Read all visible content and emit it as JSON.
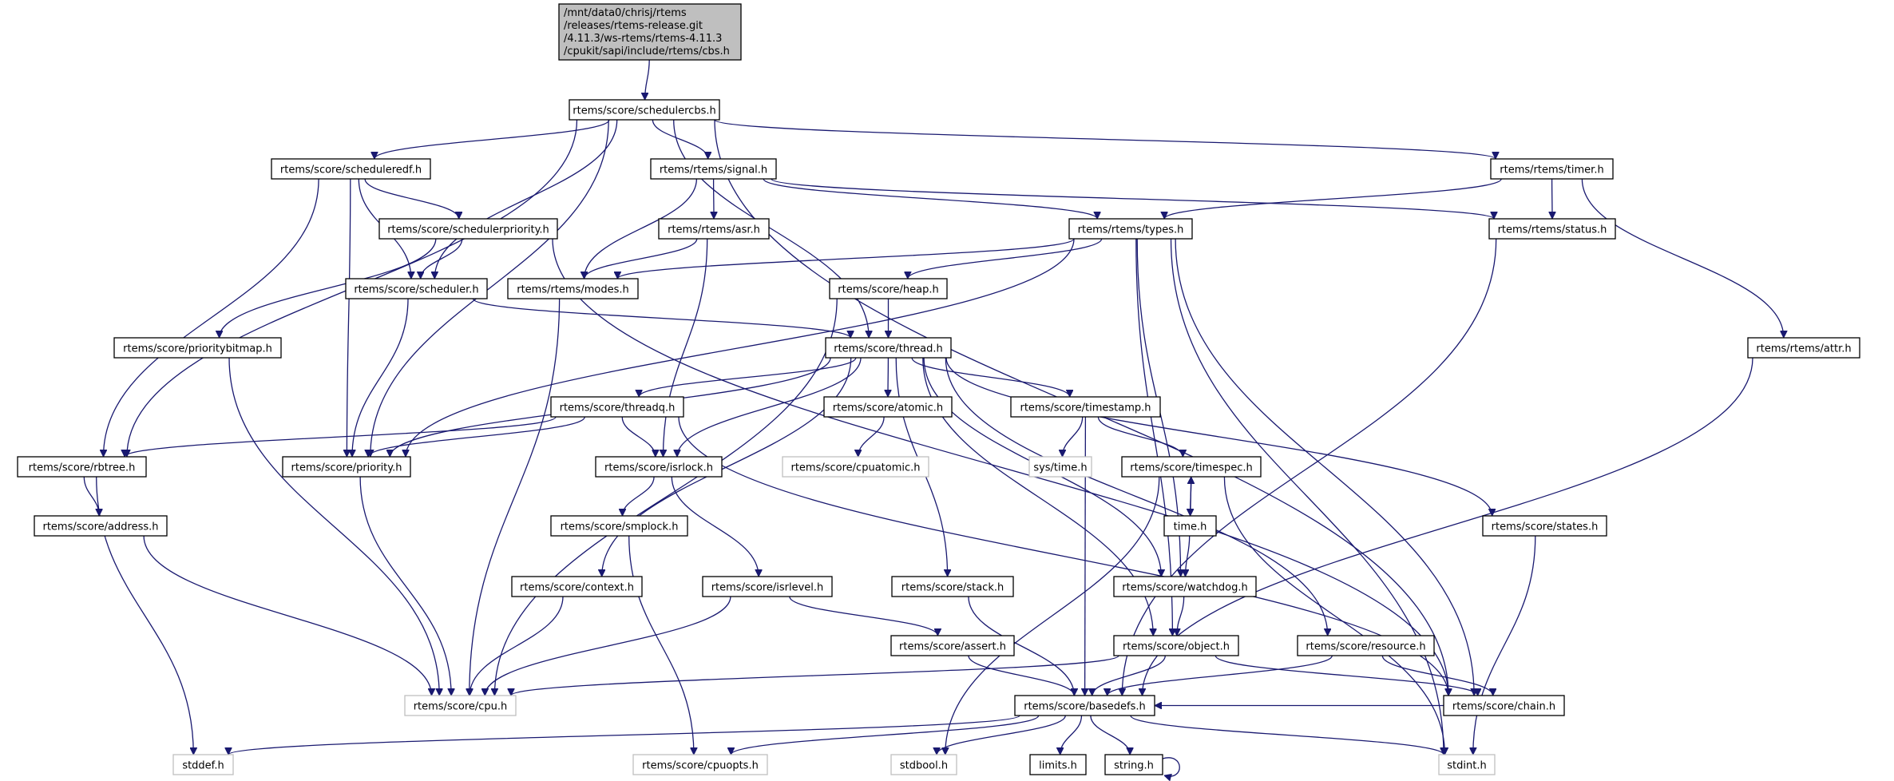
{
  "diagram": {
    "type": "include-dependency-graph",
    "colors": {
      "edge": "#191970",
      "root_fill": "#bfbfbf",
      "node_border": "#000000",
      "external_border": "#bfbfbf"
    },
    "nodes": [
      {
        "id": "root",
        "lines": [
          "/mnt/data0/chrisj/rtems",
          "/releases/rtems-release.git",
          "/4.11.3/ws-rtems/rtems-4.11.3",
          "/cpukit/sapi/include/rtems/cbs.h"
        ],
        "kind": "root"
      },
      {
        "id": "schedulercbs",
        "lines": [
          "rtems/score/schedulercbs.h"
        ],
        "kind": "normal"
      },
      {
        "id": "scheduleredf",
        "lines": [
          "rtems/score/scheduleredf.h"
        ],
        "kind": "normal"
      },
      {
        "id": "signal",
        "lines": [
          "rtems/rtems/signal.h"
        ],
        "kind": "normal"
      },
      {
        "id": "timer",
        "lines": [
          "rtems/rtems/timer.h"
        ],
        "kind": "normal"
      },
      {
        "id": "schedulerpriority",
        "lines": [
          "rtems/score/schedulerpriority.h"
        ],
        "kind": "normal"
      },
      {
        "id": "asr",
        "lines": [
          "rtems/rtems/asr.h"
        ],
        "kind": "normal"
      },
      {
        "id": "types",
        "lines": [
          "rtems/rtems/types.h"
        ],
        "kind": "normal"
      },
      {
        "id": "status",
        "lines": [
          "rtems/rtems/status.h"
        ],
        "kind": "normal"
      },
      {
        "id": "scheduler",
        "lines": [
          "rtems/score/scheduler.h"
        ],
        "kind": "normal"
      },
      {
        "id": "modes",
        "lines": [
          "rtems/rtems/modes.h"
        ],
        "kind": "normal"
      },
      {
        "id": "heap",
        "lines": [
          "rtems/score/heap.h"
        ],
        "kind": "normal"
      },
      {
        "id": "prioritybitmap",
        "lines": [
          "rtems/score/prioritybitmap.h"
        ],
        "kind": "normal"
      },
      {
        "id": "thread",
        "lines": [
          "rtems/score/thread.h"
        ],
        "kind": "normal"
      },
      {
        "id": "attr",
        "lines": [
          "rtems/rtems/attr.h"
        ],
        "kind": "normal"
      },
      {
        "id": "threadq",
        "lines": [
          "rtems/score/threadq.h"
        ],
        "kind": "normal"
      },
      {
        "id": "atomic",
        "lines": [
          "rtems/score/atomic.h"
        ],
        "kind": "normal"
      },
      {
        "id": "timestamp",
        "lines": [
          "rtems/score/timestamp.h"
        ],
        "kind": "normal"
      },
      {
        "id": "rbtree",
        "lines": [
          "rtems/score/rbtree.h"
        ],
        "kind": "normal"
      },
      {
        "id": "priority",
        "lines": [
          "rtems/score/priority.h"
        ],
        "kind": "normal"
      },
      {
        "id": "isrlock",
        "lines": [
          "rtems/score/isrlock.h"
        ],
        "kind": "normal"
      },
      {
        "id": "cpuatomic",
        "lines": [
          "rtems/score/cpuatomic.h"
        ],
        "kind": "external"
      },
      {
        "id": "systime",
        "lines": [
          "sys/time.h"
        ],
        "kind": "external"
      },
      {
        "id": "timespec",
        "lines": [
          "rtems/score/timespec.h"
        ],
        "kind": "normal"
      },
      {
        "id": "address",
        "lines": [
          "rtems/score/address.h"
        ],
        "kind": "normal"
      },
      {
        "id": "smplock",
        "lines": [
          "rtems/score/smplock.h"
        ],
        "kind": "normal"
      },
      {
        "id": "time",
        "lines": [
          "time.h"
        ],
        "kind": "normal"
      },
      {
        "id": "states",
        "lines": [
          "rtems/score/states.h"
        ],
        "kind": "normal"
      },
      {
        "id": "context",
        "lines": [
          "rtems/score/context.h"
        ],
        "kind": "normal"
      },
      {
        "id": "isrlevel",
        "lines": [
          "rtems/score/isrlevel.h"
        ],
        "kind": "normal"
      },
      {
        "id": "stack",
        "lines": [
          "rtems/score/stack.h"
        ],
        "kind": "normal"
      },
      {
        "id": "watchdog",
        "lines": [
          "rtems/score/watchdog.h"
        ],
        "kind": "normal"
      },
      {
        "id": "assert",
        "lines": [
          "rtems/score/assert.h"
        ],
        "kind": "normal"
      },
      {
        "id": "object",
        "lines": [
          "rtems/score/object.h"
        ],
        "kind": "normal"
      },
      {
        "id": "resource",
        "lines": [
          "rtems/score/resource.h"
        ],
        "kind": "normal"
      },
      {
        "id": "cpu",
        "lines": [
          "rtems/score/cpu.h"
        ],
        "kind": "external"
      },
      {
        "id": "basedefs",
        "lines": [
          "rtems/score/basedefs.h"
        ],
        "kind": "normal"
      },
      {
        "id": "chain",
        "lines": [
          "rtems/score/chain.h"
        ],
        "kind": "normal"
      },
      {
        "id": "stddef",
        "lines": [
          "stddef.h"
        ],
        "kind": "external"
      },
      {
        "id": "cpuopts",
        "lines": [
          "rtems/score/cpuopts.h"
        ],
        "kind": "external"
      },
      {
        "id": "stdbool",
        "lines": [
          "stdbool.h"
        ],
        "kind": "external"
      },
      {
        "id": "limits",
        "lines": [
          "limits.h"
        ],
        "kind": "normal"
      },
      {
        "id": "string",
        "lines": [
          "string.h"
        ],
        "kind": "normal"
      },
      {
        "id": "stdint",
        "lines": [
          "stdint.h"
        ],
        "kind": "external"
      }
    ],
    "edges": [
      [
        "root",
        "schedulercbs"
      ],
      [
        "schedulercbs",
        "scheduleredf"
      ],
      [
        "schedulercbs",
        "signal"
      ],
      [
        "schedulercbs",
        "timer"
      ],
      [
        "schedulercbs",
        "scheduler"
      ],
      [
        "schedulercbs",
        "thread"
      ],
      [
        "schedulercbs",
        "rbtree"
      ],
      [
        "schedulercbs",
        "priority"
      ],
      [
        "schedulercbs",
        "chain"
      ],
      [
        "scheduleredf",
        "schedulerpriority"
      ],
      [
        "scheduleredf",
        "scheduler"
      ],
      [
        "scheduleredf",
        "rbtree"
      ],
      [
        "scheduleredf",
        "priority"
      ],
      [
        "schedulerpriority",
        "scheduler"
      ],
      [
        "schedulerpriority",
        "prioritybitmap"
      ],
      [
        "schedulerpriority",
        "chain"
      ],
      [
        "signal",
        "asr"
      ],
      [
        "signal",
        "modes"
      ],
      [
        "signal",
        "types"
      ],
      [
        "signal",
        "status"
      ],
      [
        "asr",
        "modes"
      ],
      [
        "asr",
        "isrlock"
      ],
      [
        "timer",
        "types"
      ],
      [
        "timer",
        "status"
      ],
      [
        "timer",
        "attr"
      ],
      [
        "types",
        "modes"
      ],
      [
        "types",
        "heap"
      ],
      [
        "types",
        "priority"
      ],
      [
        "types",
        "watchdog"
      ],
      [
        "types",
        "object"
      ],
      [
        "types",
        "stdint"
      ],
      [
        "types",
        "chain"
      ],
      [
        "scheduler",
        "thread"
      ],
      [
        "scheduler",
        "priority"
      ],
      [
        "modes",
        "cpu"
      ],
      [
        "heap",
        "thread"
      ],
      [
        "heap",
        "cpu"
      ],
      [
        "status",
        "basedefs"
      ],
      [
        "attr",
        "basedefs"
      ],
      [
        "prioritybitmap",
        "cpu"
      ],
      [
        "thread",
        "threadq"
      ],
      [
        "thread",
        "atomic"
      ],
      [
        "thread",
        "timestamp"
      ],
      [
        "thread",
        "isrlock"
      ],
      [
        "thread",
        "priority"
      ],
      [
        "thread",
        "context"
      ],
      [
        "thread",
        "stack"
      ],
      [
        "thread",
        "object"
      ],
      [
        "thread",
        "watchdog"
      ],
      [
        "thread",
        "resource"
      ],
      [
        "thread",
        "states"
      ],
      [
        "threadq",
        "rbtree"
      ],
      [
        "threadq",
        "priority"
      ],
      [
        "threadq",
        "isrlock"
      ],
      [
        "threadq",
        "chain"
      ],
      [
        "rbtree",
        "address"
      ],
      [
        "rbtree",
        "stddef"
      ],
      [
        "address",
        "cpu"
      ],
      [
        "priority",
        "cpu"
      ],
      [
        "isrlock",
        "smplock"
      ],
      [
        "isrlock",
        "isrlevel"
      ],
      [
        "smplock",
        "cpuopts"
      ],
      [
        "isrlevel",
        "cpu"
      ],
      [
        "isrlevel",
        "assert"
      ],
      [
        "atomic",
        "cpuatomic"
      ],
      [
        "timestamp",
        "systime"
      ],
      [
        "timestamp",
        "timespec"
      ],
      [
        "timestamp",
        "basedefs"
      ],
      [
        "timespec",
        "time"
      ],
      [
        "timespec",
        "stdbool"
      ],
      [
        "timespec",
        "stdint"
      ],
      [
        "time",
        "timespec"
      ],
      [
        "time",
        "watchdog"
      ],
      [
        "context",
        "cpu"
      ],
      [
        "stack",
        "basedefs"
      ],
      [
        "watchdog",
        "object"
      ],
      [
        "assert",
        "basedefs"
      ],
      [
        "object",
        "cpu"
      ],
      [
        "object",
        "basedefs"
      ],
      [
        "object",
        "chain"
      ],
      [
        "resource",
        "basedefs"
      ],
      [
        "resource",
        "chain"
      ],
      [
        "states",
        "stdint"
      ],
      [
        "chain",
        "basedefs"
      ],
      [
        "basedefs",
        "stddef"
      ],
      [
        "basedefs",
        "cpuopts"
      ],
      [
        "basedefs",
        "stdbool"
      ],
      [
        "basedefs",
        "limits"
      ],
      [
        "basedefs",
        "string"
      ],
      [
        "basedefs",
        "stdint"
      ],
      [
        "string",
        "string"
      ]
    ]
  }
}
